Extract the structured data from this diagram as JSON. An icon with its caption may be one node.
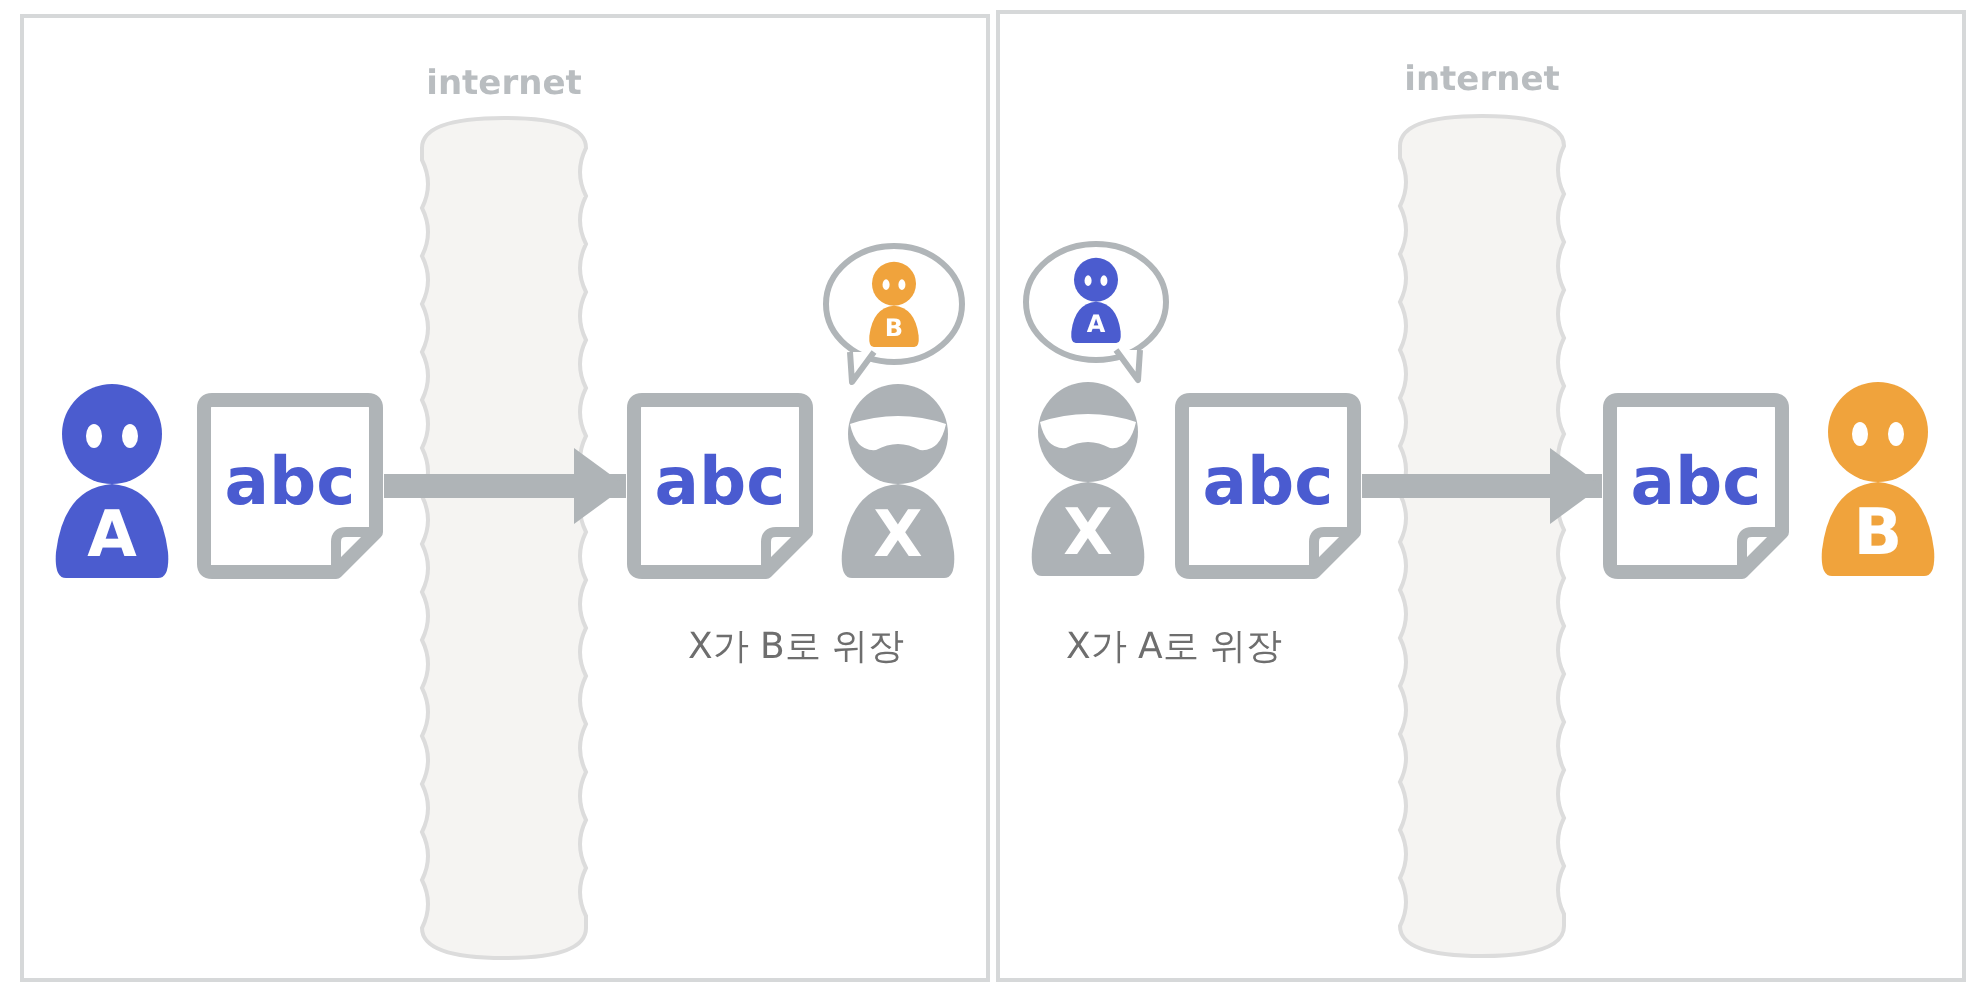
{
  "diagram": {
    "nodes": [
      {
        "text": [
          "A"
        ]
      },
      {
        "text": [
          "abc"
        ]
      },
      {
        "text": [
          "abc"
        ]
      },
      {
        "text": [
          "B"
        ]
      },
      {
        "text": [
          "X"
        ],
        "beside": [
          "X가 B로 위장"
        ]
      },
      {
        "text": [
          "A"
        ]
      },
      {
        "text": [
          "X"
        ],
        "beside": [
          "X가 A로 위장"
        ]
      },
      {
        "text": [
          "abc"
        ]
      },
      {
        "text": [
          "abc"
        ]
      },
      {
        "text": [
          "B"
        ]
      }
    ],
    "edges": [
      {
        "from": 1,
        "to": 2,
        "arrow": "to"
      },
      {
        "from": 7,
        "to": 8,
        "arrow": "to"
      }
    ],
    "labels": [
      "internet",
      "internet"
    ]
  }
}
